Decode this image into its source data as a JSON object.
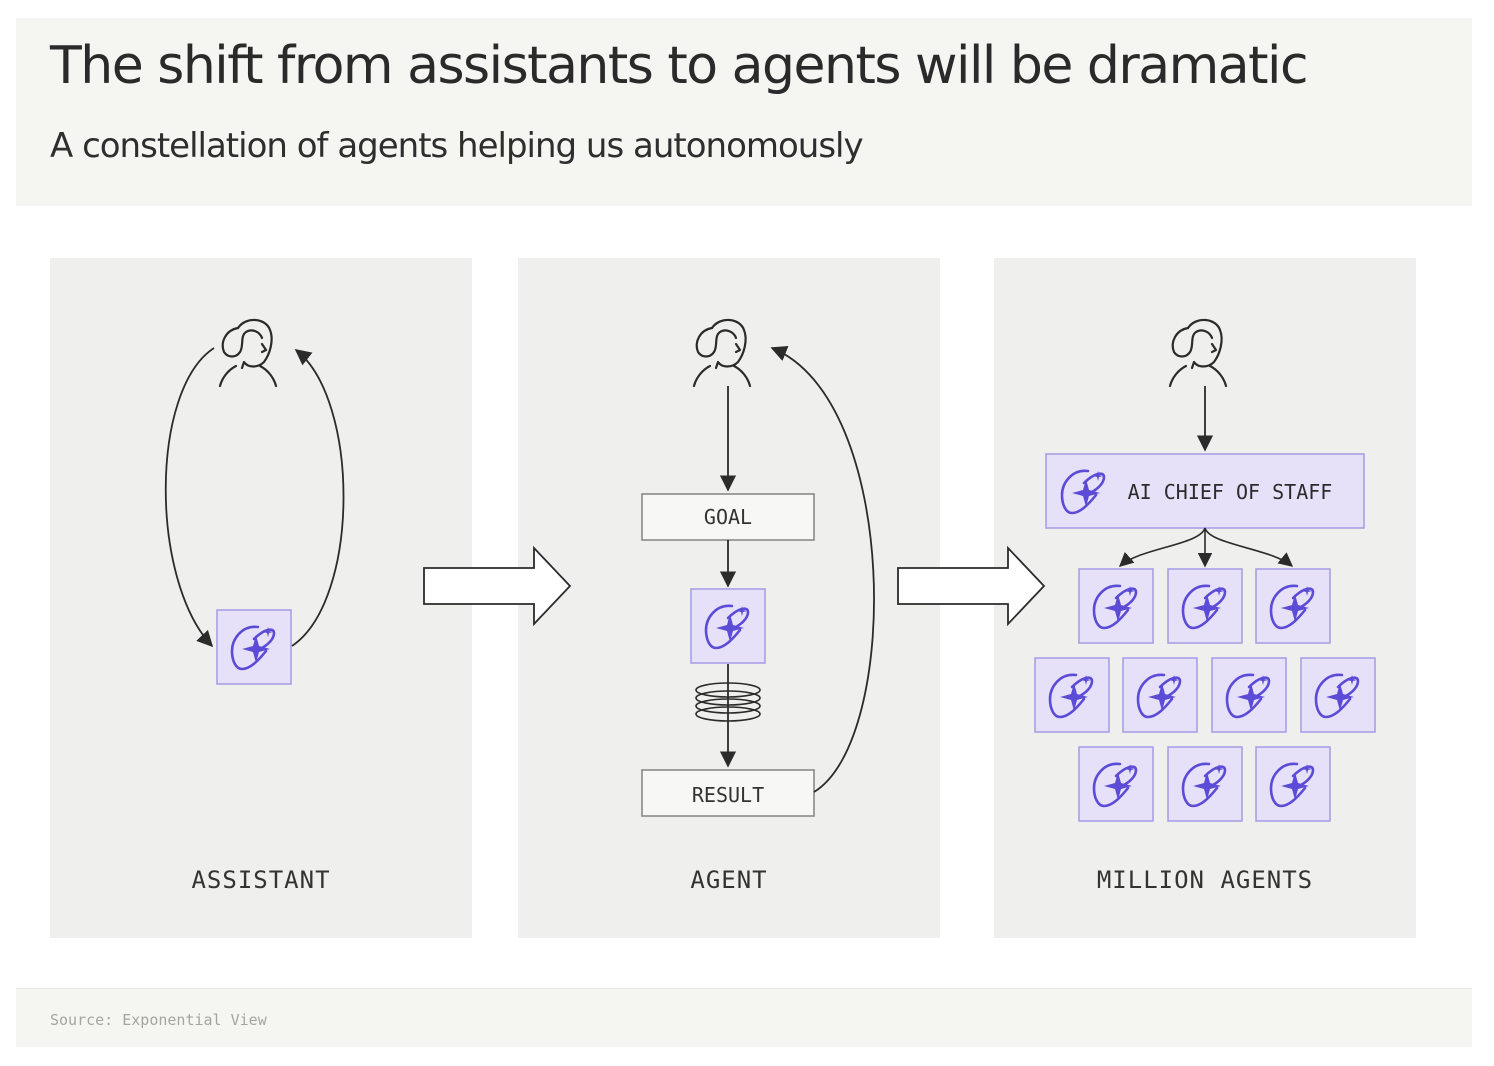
{
  "header": {
    "title": "The shift from assistants to agents will be dramatic",
    "subtitle": "A constellation of agents helping us autonomously"
  },
  "panels": {
    "assistant": {
      "label": "ASSISTANT"
    },
    "agent": {
      "label": "AGENT",
      "goal": "GOAL",
      "result": "RESULT"
    },
    "million": {
      "label": "MILLION AGENTS",
      "chief": "AI CHIEF OF STAFF"
    }
  },
  "footer": {
    "source": "Source: Exponential View"
  },
  "colors": {
    "agent_fill": "#e6e1f9",
    "agent_border": "#a9a0e6",
    "agent_star": "#5b4bd6",
    "line": "#2b2b2b"
  },
  "icons": {
    "person": "person-icon",
    "ai": "ai-agent-icon",
    "loop": "loop-coil-icon",
    "arrow": "block-arrow-icon"
  }
}
